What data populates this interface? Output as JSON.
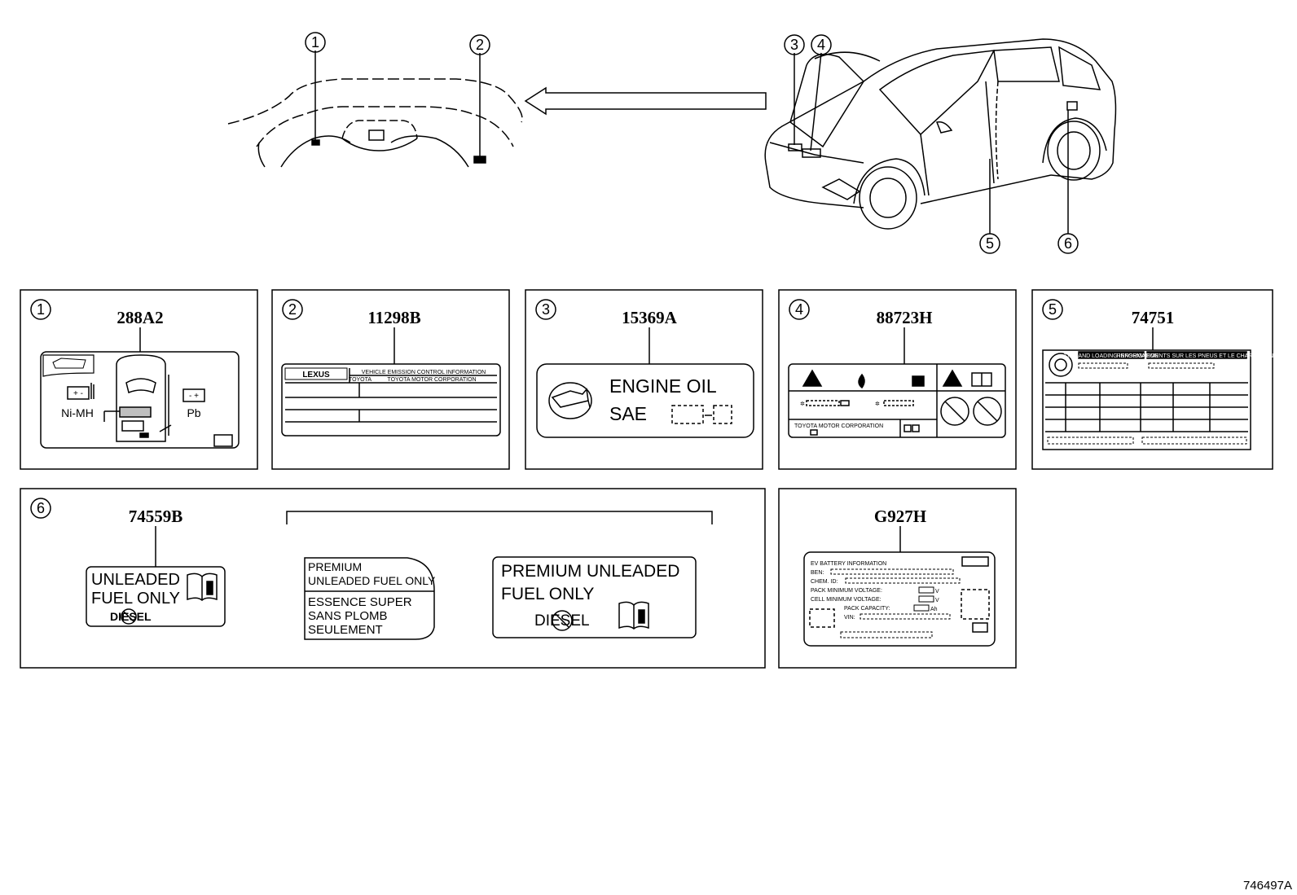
{
  "diagram_id": "746497A",
  "callouts": [
    "1",
    "2",
    "3",
    "4",
    "5",
    "6"
  ],
  "panels": [
    {
      "number": "1",
      "part": "288A2",
      "texts": {
        "nimh": "Ni-MH",
        "pb": "Pb"
      }
    },
    {
      "number": "2",
      "part": "11298B",
      "texts": {
        "brand": "LEXUS",
        "line1": "VEHICLE EMISSION CONTROL INFORMATION",
        "line2a": "TOYOTA",
        "line2b": "TOYOTA MOTOR CORPORATION"
      }
    },
    {
      "number": "3",
      "part": "15369A",
      "texts": {
        "l1": "ENGINE  OIL",
        "l2": "SAE"
      }
    },
    {
      "number": "4",
      "part": "88723H",
      "texts": {
        "corp": "TOYOTA MOTOR CORPORATION"
      }
    },
    {
      "number": "5",
      "part": "74751",
      "texts": {
        "h1": "TIRE AND LOADING INFORMATION",
        "h2": "RENSEIGNEMENTS SUR LES PNEUS ET LE CHARGEMENT"
      }
    },
    {
      "number": "6",
      "part": "74559B",
      "texts": {
        "a1": "UNLEADED",
        "a2": "FUEL ONLY",
        "a3": "DIESEL",
        "b1": "PREMIUM",
        "b2": "UNLEADED FUEL ONLY",
        "b3": "ESSENCE  SUPER",
        "b4": "SANS  PLOMB",
        "b5": "SEULEMENT",
        "c1": "PREMIUM   UNLEADED",
        "c2": "FUEL   ONLY",
        "c3": "DIESEL"
      }
    },
    {
      "number": "",
      "part": "G927H",
      "texts": {
        "t": "EV  BATTERY  INFORMATION",
        "r1": "BEN:",
        "r2": "CHEM. ID:",
        "r3": "PACK MINIMUM  VOLTAGE:",
        "r3u": "V",
        "r4": "CELL  MINIMUM  VOLTAGE:",
        "r4u": "V",
        "r5": "PACK  CAPACITY:",
        "r5u": "Ah",
        "r6": "VIN:"
      }
    }
  ]
}
